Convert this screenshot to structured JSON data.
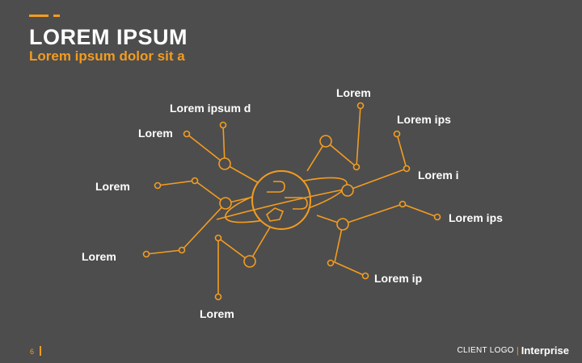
{
  "header": {
    "title": "LOREM IPSUM",
    "subtitle": "Lorem ipsum dolor sit a"
  },
  "diagram": {
    "labels": {
      "top_left": "Lorem ipsum d",
      "upper_left": "Lorem",
      "mid_left": "Lorem",
      "lower_left": "Lorem",
      "bottom": "Lorem",
      "top": "Lorem",
      "top_right": "Lorem ips",
      "mid_right": "Lorem i",
      "right": "Lorem ips",
      "bottom_right": "Lorem ip"
    }
  },
  "footer": {
    "page_number": "6",
    "client_logo": "CLIENT LOGO",
    "separator": "|",
    "brand": "Interprise"
  },
  "colors": {
    "background": "#4d4d4d",
    "accent": "#f39c1f",
    "text": "#ffffff"
  }
}
